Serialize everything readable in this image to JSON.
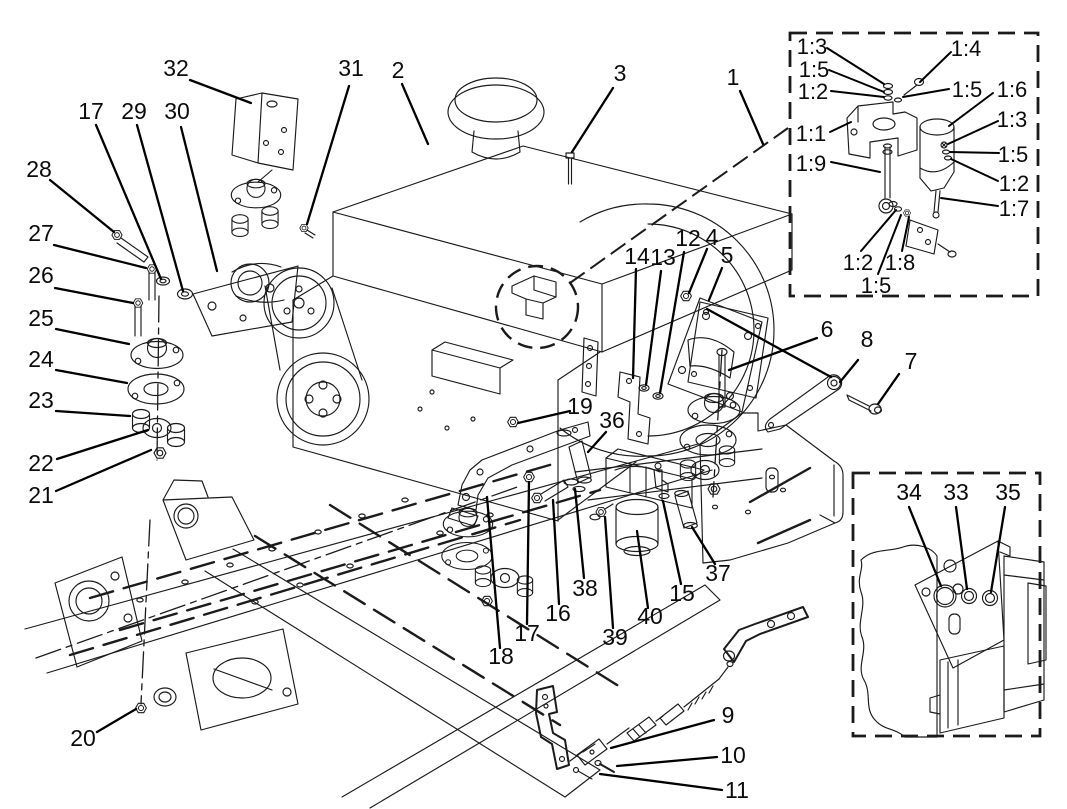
{
  "diagram": {
    "kind": "exploded-parts-diagram",
    "background": "#ffffff",
    "ink_color": "#1b1b1b",
    "leader_color": "#000000"
  },
  "callouts": {
    "main": {
      "n32": "32",
      "n31": "31",
      "n2": "2",
      "n3": "3",
      "n1": "1",
      "n17a": "17",
      "n29": "29",
      "n30": "30",
      "n28": "28",
      "n27": "27",
      "n26": "26",
      "n25": "25",
      "n24": "24",
      "n23": "23",
      "n22": "22",
      "n21": "21",
      "n20": "20",
      "n14": "14",
      "n13": "13",
      "n12": "12",
      "n4": "4",
      "n5": "5",
      "n6": "6",
      "n8": "8",
      "n7": "7",
      "n19": "19",
      "n36": "36",
      "n38": "38",
      "n17b": "17",
      "n16": "16",
      "n18": "18",
      "n39": "39",
      "n40": "40",
      "n15": "15",
      "n37": "37",
      "n9": "9",
      "n10": "10",
      "n11": "11"
    },
    "inset_top": {
      "a13": "1:3",
      "a14": "1:4",
      "a15": "1:5",
      "a12": "1:2",
      "b15": "1:5",
      "a16": "1:6",
      "a11": "1:1",
      "b13": "1:3",
      "a19": "1:9",
      "c15": "1:5",
      "b12": "1:2",
      "a17": "1:7",
      "c12": "1:2",
      "a18": "1:8",
      "d15": "1:5"
    },
    "inset_bottom": {
      "n34": "34",
      "n33": "33",
      "n35": "35"
    }
  }
}
